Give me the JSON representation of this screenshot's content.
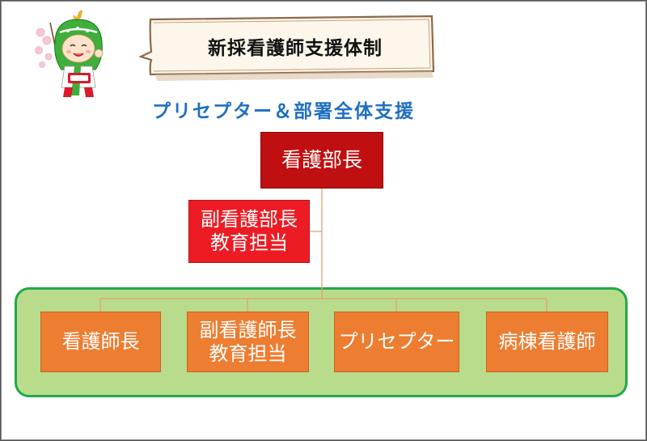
{
  "title": "新採看護師支援体制",
  "subtitle": "プリセプター＆部署全体支援",
  "top_box": "看護部長",
  "edu_box": [
    "副看護部長",
    "教育担当"
  ],
  "units": [
    {
      "lines": [
        "看護師長"
      ]
    },
    {
      "lines": [
        "副看護師長",
        "教育担当"
      ]
    },
    {
      "lines": [
        "プリセプター"
      ]
    },
    {
      "lines": [
        "病棟看護師"
      ]
    }
  ],
  "colors": {
    "title_text": "#111111",
    "subtitle": "#1f6fc2",
    "top_box": "#c00f10",
    "edu_box": "#ed1c24",
    "unit_box": "#ed7d31",
    "group_fill": "#b9dc8c",
    "group_border": "#22a84a",
    "connector": "#e8a070"
  }
}
